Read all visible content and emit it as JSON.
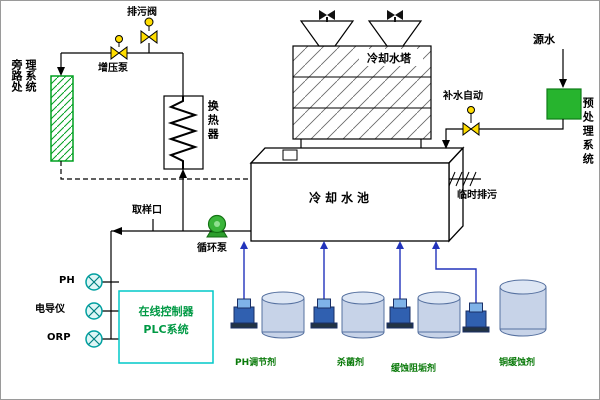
{
  "colors": {
    "pipe_black": "#000000",
    "valve_yellow": "#ffdd00",
    "pump_green": "#3ab53a",
    "bypass_hatch_green": "#00a020",
    "pretreatment_green": "#27b42e",
    "plc_border_cyan": "#00c8c8",
    "plc_text_green": "#009944",
    "sensor_teal": "#00a0a0",
    "dosing_line_blue": "#2233bb",
    "tank_fill": "#c7d3e8",
    "chem_label_green": "#0a7a0a"
  },
  "labels": {
    "drain_valve": "排污阀",
    "booster_pump": "增压泵",
    "bypass_system": "旁路处理系统",
    "heat_exchanger": "换热器",
    "cooling_tower": "冷却水塔",
    "source_water": "源水",
    "makeup_auto": "补水自动",
    "pretreatment_system": "预处理系统",
    "cooling_pool": "冷却水池",
    "temporary_blowdown": "临时排污",
    "sampling_port": "取样口",
    "circulation_pump": "循环泵",
    "sensor_ph": "PH",
    "sensor_conductivity": "电导仪",
    "sensor_orp": "ORP",
    "plc_line1": "在线控制器",
    "plc_line2": "PLC系统",
    "chem_ph": "PH调节剂",
    "chem_biocide": "杀菌剂",
    "chem_inhibitor": "缓蚀阻垢剂",
    "chem_copper": "铜缓蚀剂"
  }
}
